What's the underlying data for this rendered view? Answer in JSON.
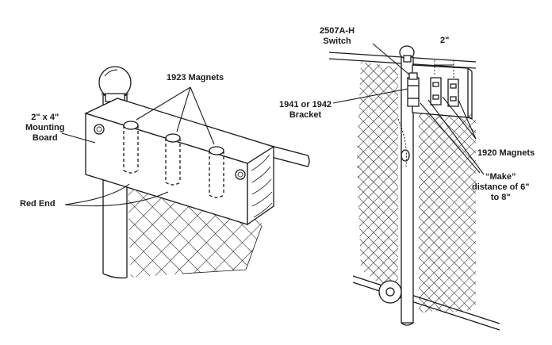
{
  "left_figure": {
    "magnets_1923_label": "1923 Magnets",
    "mounting_board_line1": "2\" x 4\"",
    "mounting_board_line2": "Mounting",
    "mounting_board_line3": "Board",
    "red_end_label": "Red End"
  },
  "right_figure": {
    "switch_line1": "2507A-H",
    "switch_line2": "Switch",
    "spacing_label": "2\"",
    "bracket_line1": "1941 or 1942",
    "bracket_line2": "Bracket",
    "magnets_1920_label": "1920 Magnets",
    "make_line1": "“Make”",
    "make_line2": "distance of 6\"",
    "make_line3": "to 8\""
  },
  "colors": {
    "ink": "#1a1a1a",
    "background": "#ffffff"
  }
}
